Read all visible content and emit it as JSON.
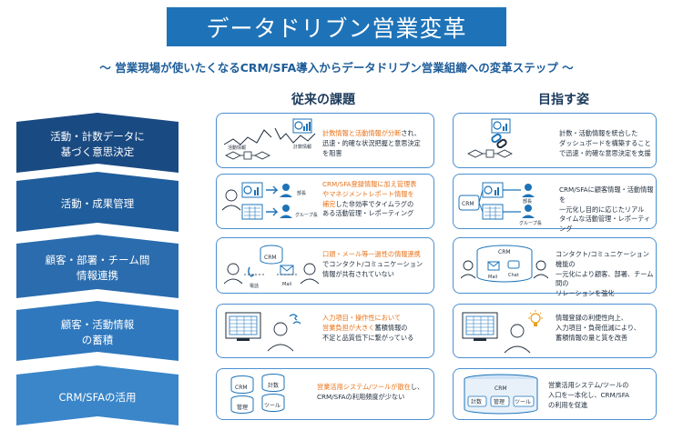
{
  "title": "データドリブン営業変革",
  "subtitle": "～ 営業現場が使いたくなるCRM/SFA導入からデータドリブン営業組織への変革ステップ ～",
  "columns": {
    "problem": "従来の課題",
    "solution": "目指す姿"
  },
  "colors": {
    "brand": "#1e73b8",
    "accent_orange": "#e8731a",
    "card_border": "#4a90d2"
  },
  "rows": [
    {
      "label": "活動・計数データに\n基づく意思決定",
      "color": "#1a4a82",
      "problem": {
        "text_highlight": "計数情報と活動情報が分断",
        "text_rest": "され、\n迅速・的確な状況把握と意思決定\nを阻害",
        "illus_labels": [
          "活動情報",
          "計数情報"
        ]
      },
      "solution": {
        "text": "計数・活動情報を統合した\nダッシュボードを構築すること\nで迅速・的確な意思決定を支援"
      }
    },
    {
      "label": "活動・成果管理",
      "color": "#1f5d9c",
      "problem": {
        "text_highlight": "CRM/SFA登録情報に加え管理表\nやマネジメントレポート情報を\n補完",
        "text_rest": "した非効率でタイムラグの\nある活動管理・レポーティング",
        "illus_labels": [
          "部長",
          "グループ長"
        ]
      },
      "solution": {
        "text": "CRM/SFAに顧客情報・活動情報を\n一元化し目的に応じたリアル\nタイムな活動管理・レポーティング",
        "illus_labels": [
          "CRM",
          "部長",
          "グループ長"
        ]
      }
    },
    {
      "label": "顧客・部署・チーム間\n情報連携",
      "color": "#2a6cad",
      "problem": {
        "text_highlight": "口頭・メール等一過性の情報連携",
        "text_rest": "\nでコンタクト/コミュニケーション\n情報が共有されていない",
        "illus_labels": [
          "CRM",
          "電話",
          "Mail"
        ]
      },
      "solution": {
        "text": "コンタクト/コミュニケーション機能の\n一元化により顧客、部署、チーム間の\nリレーションを強化",
        "illus_labels": [
          "CRM",
          "Mail",
          "Chat"
        ]
      }
    },
    {
      "label": "顧客・活動情報\nの蓄積",
      "color": "#2f78bd",
      "problem": {
        "text_highlight": "入力項目・操作性において\n営業負担が大きく",
        "text_rest": "蓄積情報の\n不足と品質低下に繋がっている"
      },
      "solution": {
        "text": "情報登録の利便性向上、\n入力項目・負荷低減により、\n蓄積情報の量と質を改善"
      }
    },
    {
      "label": "CRM/SFAの活用",
      "color": "#3a86c9",
      "problem": {
        "text_highlight": "営業活用システム/ツールが散在",
        "text_rest": "し、\nCRM/SFAの利用頻度が少ない",
        "illus_labels": [
          "CRM",
          "計数",
          "管理",
          "ツール"
        ]
      },
      "solution": {
        "text": "営業活用システム/ツールの\n入口を一本化し、CRM/SFA\nの利用を促進",
        "illus_labels": [
          "CRM",
          "計数",
          "管理",
          "ツール"
        ]
      }
    }
  ]
}
